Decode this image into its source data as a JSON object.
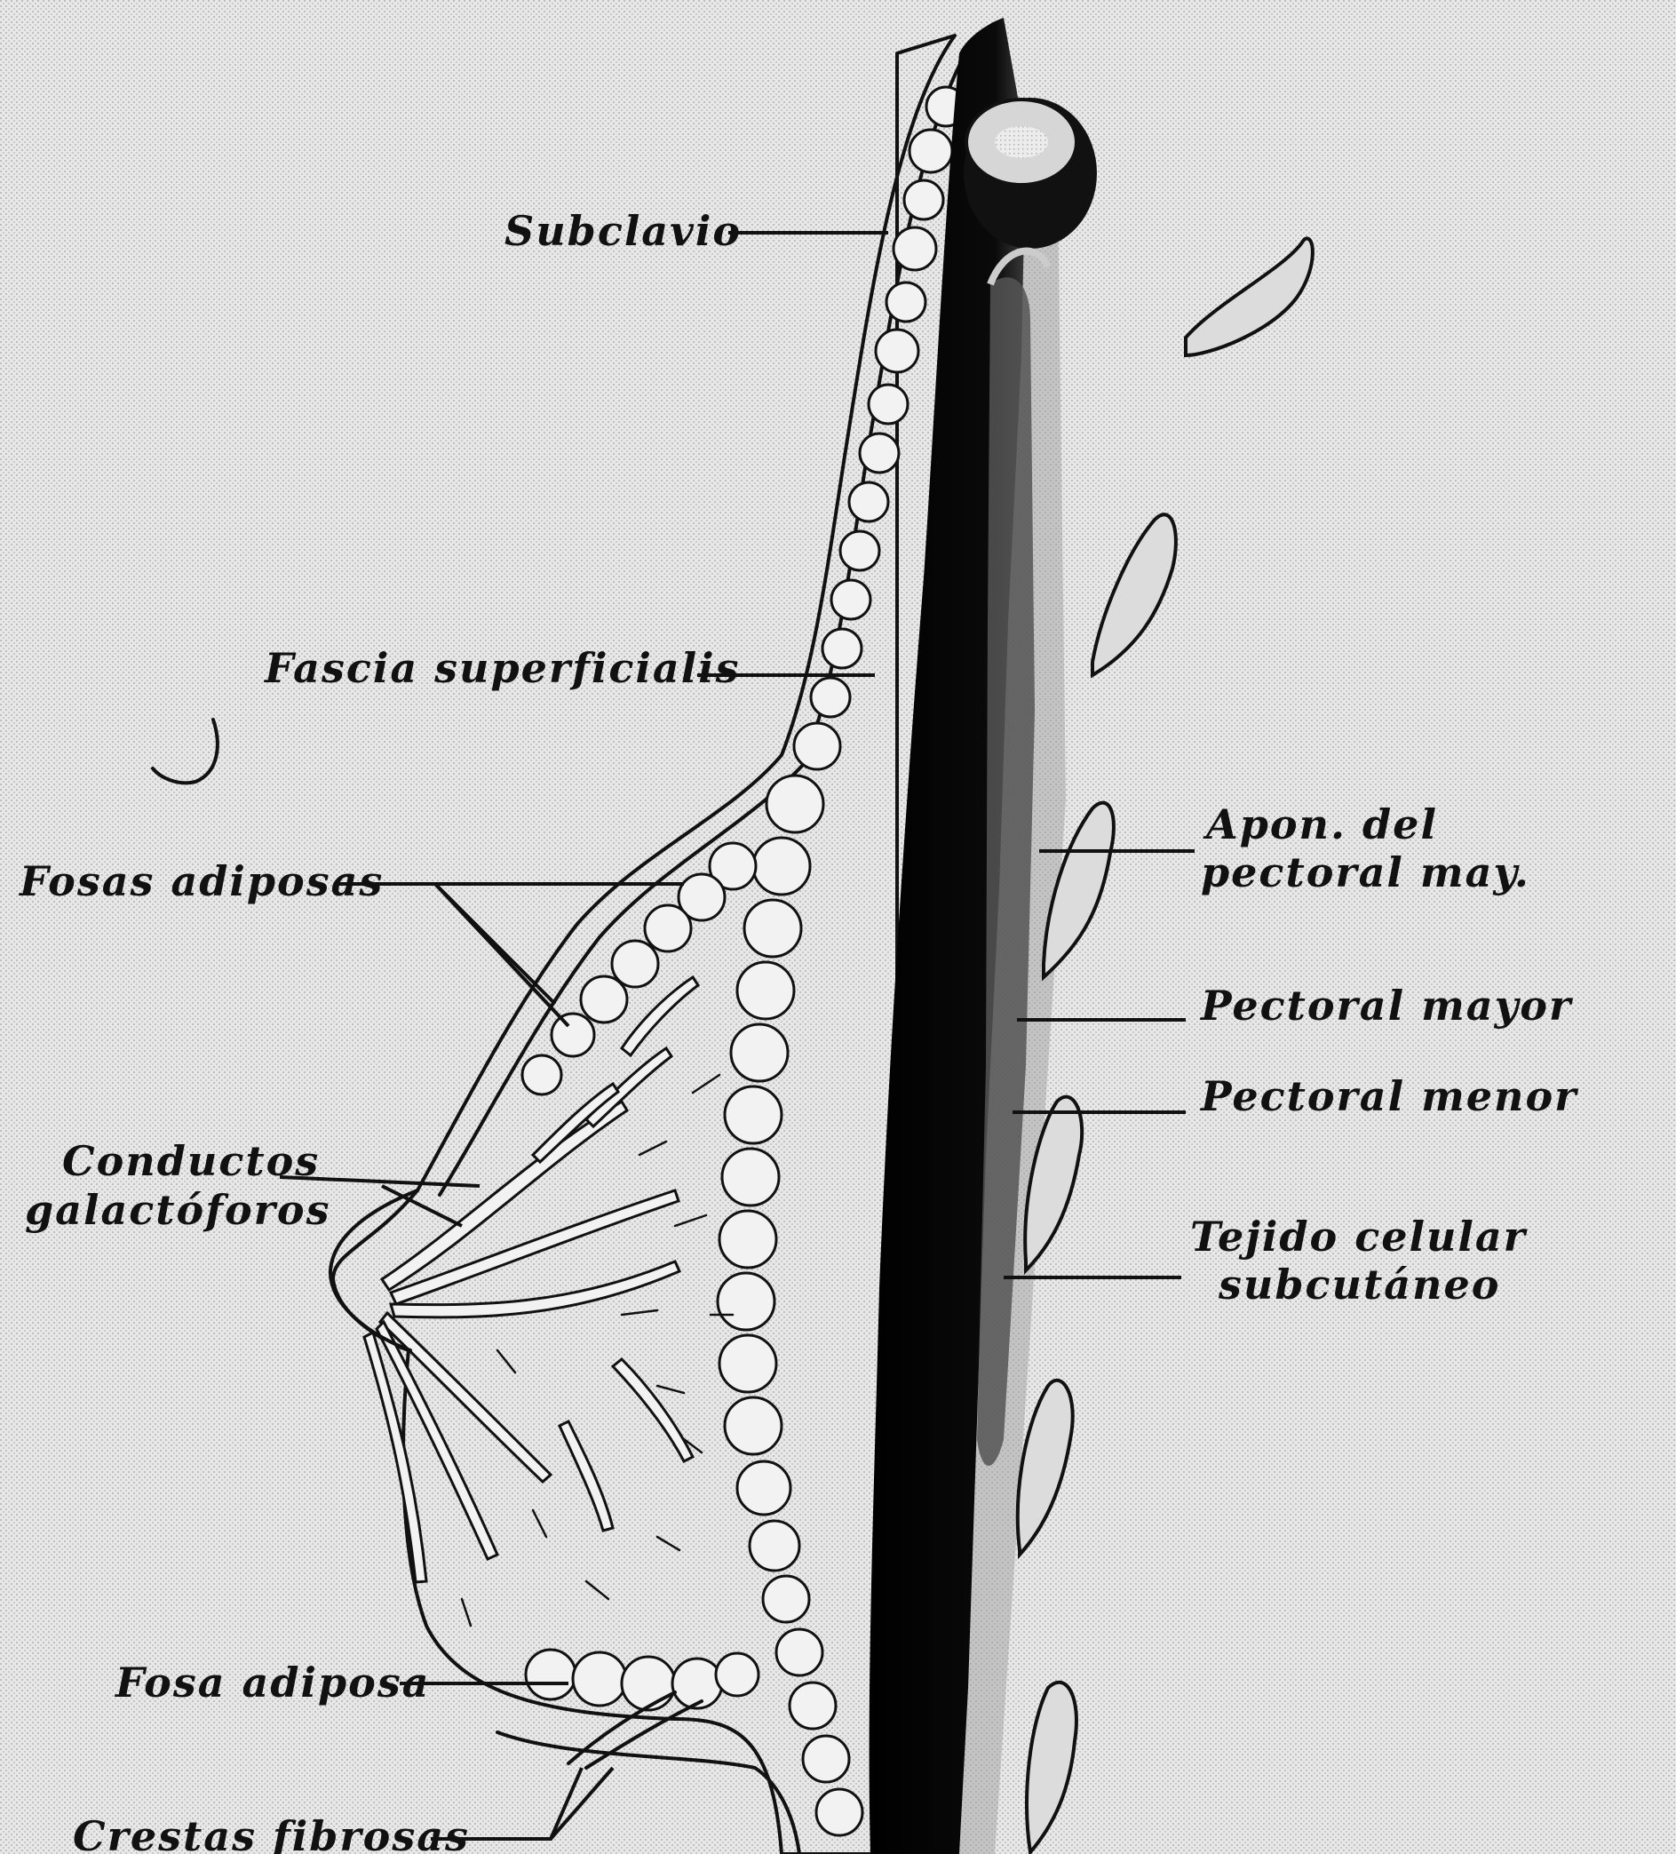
{
  "labels": {
    "subclavio": "Subclavio",
    "fascia_superficialis": "Fascia superficialis",
    "fosas_adiposas": "Fosas adiposas",
    "apon_del_line1": "Apon. del",
    "apon_del_line2": "pectoral may.",
    "pectoral_mayor": "Pectoral mayor",
    "pectoral_menor": "Pectoral menor",
    "conductos_line1": "Conductos",
    "conductos_line2": "galactóforos",
    "tejido_line1": "Tejido celular",
    "tejido_line2": "subcutáneo",
    "fosa_adiposa": "Fosa adiposa",
    "crestas_fibrosas": "Crestas fibrosas"
  },
  "colors": {
    "background": "#e6e6e6",
    "ink": "#111111",
    "muscle": "#0a0a0a",
    "tissue": "#f2f2f2"
  }
}
